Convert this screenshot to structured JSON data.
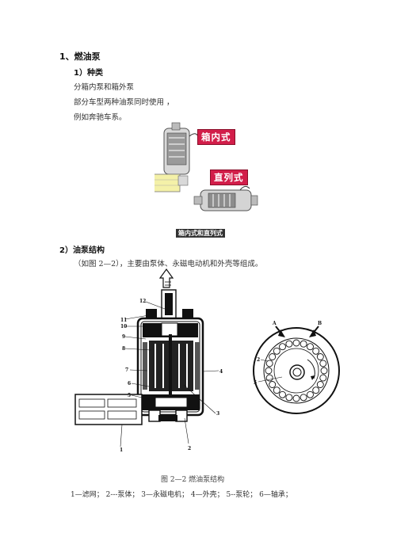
{
  "section1": {
    "heading": "1、燃油泵",
    "sub_heading": "1）种类",
    "lines": [
      "分箱内泵和箱外泵",
      "部分车型两种油泵同时使用 ，",
      "例如奔驰车系。"
    ]
  },
  "figure1": {
    "badge_in_tank": "箱内式",
    "badge_inline": "直列式",
    "caption": "箱内式和直列式"
  },
  "section2": {
    "heading": "2）油泵结构",
    "text": "（如图 2—2），主要由泵体、永磁电动机和外壳等组成。"
  },
  "figure2": {
    "labels_left": [
      "12",
      "11",
      "10",
      "9",
      "8",
      "7",
      "6",
      "5",
      "4",
      "3",
      "2",
      "1"
    ],
    "labels_right": [
      "A",
      "B",
      "2",
      "5"
    ],
    "caption": "图 2—2 燃油泵结构",
    "legend": "1—滤网；   2---泵体；    3—永磁电机；     4—外壳；   5--泵轮；   6—轴承；"
  }
}
